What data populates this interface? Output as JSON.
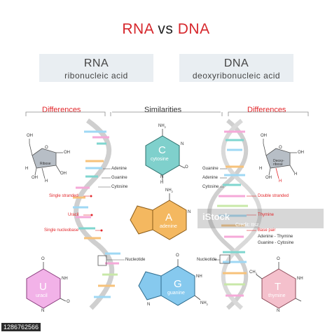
{
  "title": {
    "rna": "RNA",
    "vs": "vs",
    "dna": "DNA"
  },
  "rna_box": {
    "name": "RNA",
    "full": "ribonucleic acid"
  },
  "dna_box": {
    "name": "DNA",
    "full": "deoxyribonucleic acid"
  },
  "sections": {
    "left": "Differences",
    "middle": "Similarities",
    "right": "Differences"
  },
  "ribose": {
    "ring_label": "Ribose",
    "atoms": {
      "oh_top": "OH",
      "oh_right_top": "OH",
      "oh_right_bot": "OH",
      "oh_left_bot": "OH",
      "h_left": "H",
      "h_right": "H",
      "o_ring": "O"
    }
  },
  "deoxyribose": {
    "ring_label": "Deoxy-ribose",
    "atoms": {
      "oh_top": "OH",
      "oh_right_top": "OH",
      "oh_left_bot": "OH",
      "h_red": "H",
      "h_left": "H",
      "h_right": "H",
      "o_ring": "O"
    }
  },
  "rna_labels": {
    "adenine": "Adenine",
    "guanine": "Guanine",
    "cytosine": "Cytosine",
    "single_stranded": "Single stranded",
    "uracil": "Uracil",
    "single_nucleobase": "Single nucleobase",
    "nucleotide": "Nucleotide"
  },
  "dna_labels": {
    "guanine": "Guanine",
    "adenine": "Adenine",
    "cytosine": "Cytosine",
    "double_stranded": "Double stranded",
    "thymine": "Thymine",
    "base_pair": "Base pair",
    "pair1": "Adenine - Thymine",
    "pair2": "Guanine - Cytosine",
    "nucleotide": "Nucleotide"
  },
  "molecules": {
    "cytosine": {
      "letter": "C",
      "name": "cytosine",
      "nh2": "NH",
      "sub2": "2",
      "o": "O",
      "n1": "N",
      "n2": "N",
      "h": "H"
    },
    "adenine": {
      "letter": "A",
      "name": "adenine",
      "nh2": "NH",
      "sub2": "2",
      "n": "N"
    },
    "guanine": {
      "letter": "G",
      "name": "guanine",
      "o": "O",
      "nh2": "NH",
      "sub2": "2",
      "n": "N",
      "nh": "NH"
    },
    "uracil": {
      "letter": "U",
      "name": "uracil",
      "o": "O",
      "nh": "NH",
      "n": "N",
      "h": "H"
    },
    "thymine": {
      "letter": "T",
      "name": "thymine",
      "o": "O",
      "nh": "NH",
      "n": "N",
      "h": "H",
      "ch3": "CH",
      "sub3": "3"
    }
  },
  "watermark": {
    "istock": "iStock",
    "credit": "Credit: ttsz"
  },
  "image_id": "1286762566",
  "colors": {
    "accent": "#e2262a",
    "box_bg": "#e9eef2",
    "cytosine_fill": "#7fd0cc",
    "adenine_fill": "#f4b860",
    "guanine_fill": "#86c9ee",
    "uracil_fill": "#f2b2e8",
    "thymine_fill": "#f4c0cc",
    "sugar_fill": "#b7bec6",
    "backbone": "#c9c9c9",
    "base_blue": "#9fd8f4",
    "base_pink": "#f5a9d8",
    "base_teal": "#7fd6cf",
    "base_orange": "#f7c27a",
    "base_green": "#c8e8a8"
  }
}
